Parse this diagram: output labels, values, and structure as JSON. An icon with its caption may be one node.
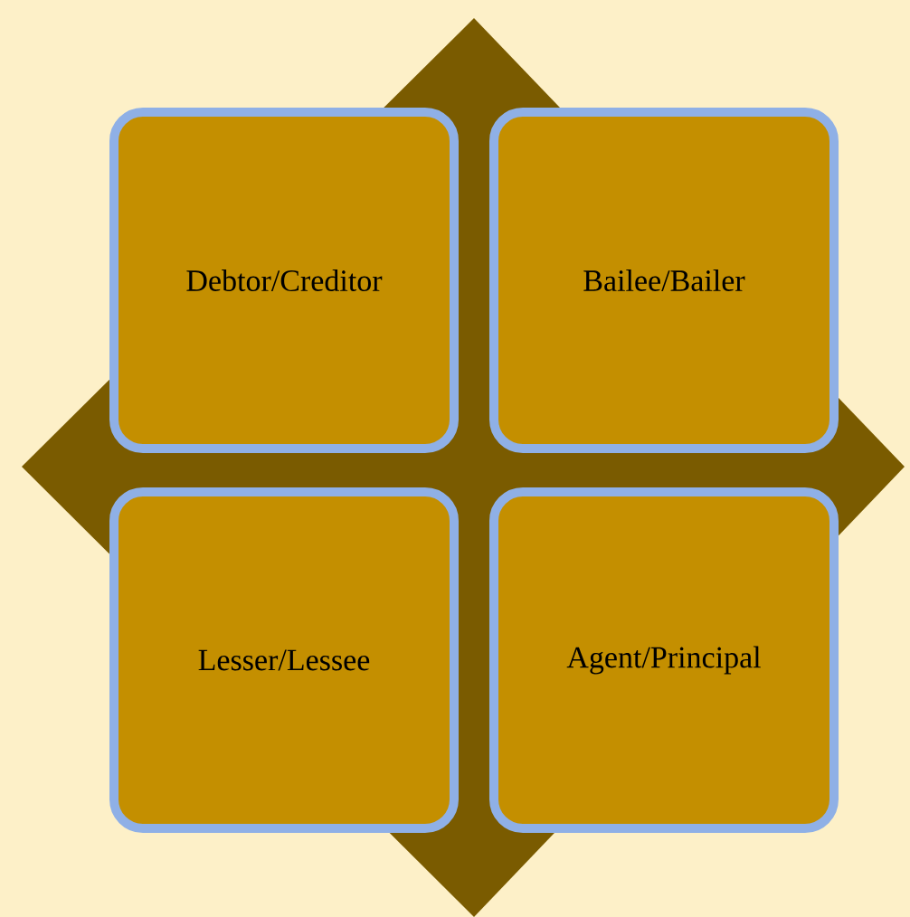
{
  "diagram": {
    "nodes": [
      {
        "text": [
          "Debtor/Creditor"
        ]
      },
      {
        "text": [
          "Bailee/Bailer"
        ]
      },
      {
        "text": [
          "Lesser/Lessee"
        ]
      },
      {
        "text": [
          "Agent/Principal"
        ]
      }
    ]
  }
}
